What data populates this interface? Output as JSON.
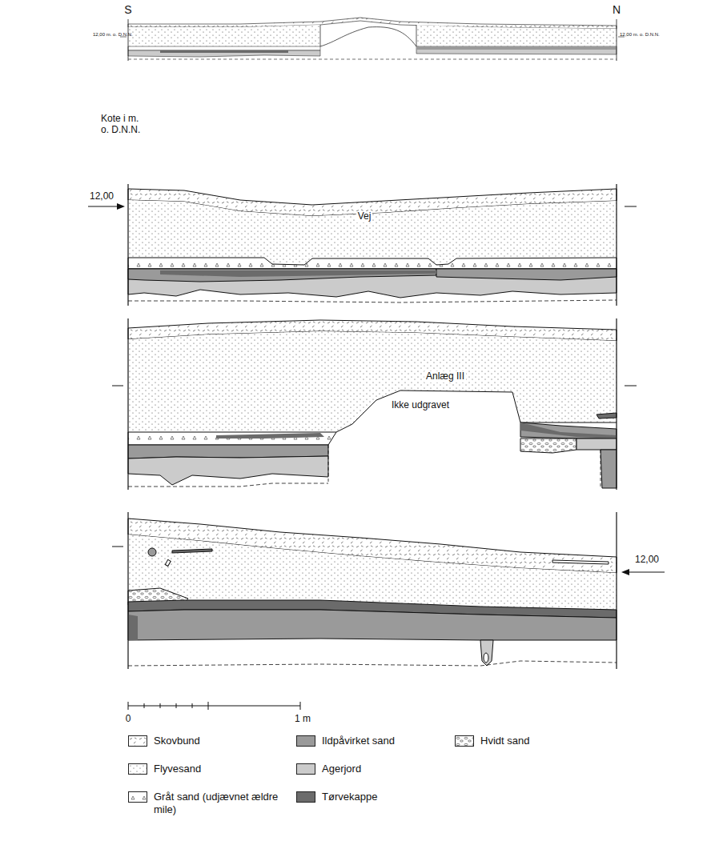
{
  "diagram": {
    "labels": [
      "S",
      "N",
      "12,00 m. o. D.N.N.",
      "12,00 m. o. D.N.N.",
      "Kote i m. o. D.N.N.",
      "12,00",
      "Vej",
      "Anlæg III",
      "Ikke udgravet",
      "12,00",
      "0",
      "1 m"
    ],
    "legend": [
      {
        "text": "Skovbund"
      },
      {
        "text": "Flyvesand"
      },
      {
        "text": "Gråt sand (udjævnet ældre mile)"
      },
      {
        "text": "Ildpåvirket sand",
        "color": "#9a9a9a"
      },
      {
        "text": "Agerjord",
        "color": "#cbcbcb"
      },
      {
        "text": "Tørvekappe",
        "color": "#6b6b6b"
      },
      {
        "text": "Hvidt sand"
      }
    ]
  }
}
